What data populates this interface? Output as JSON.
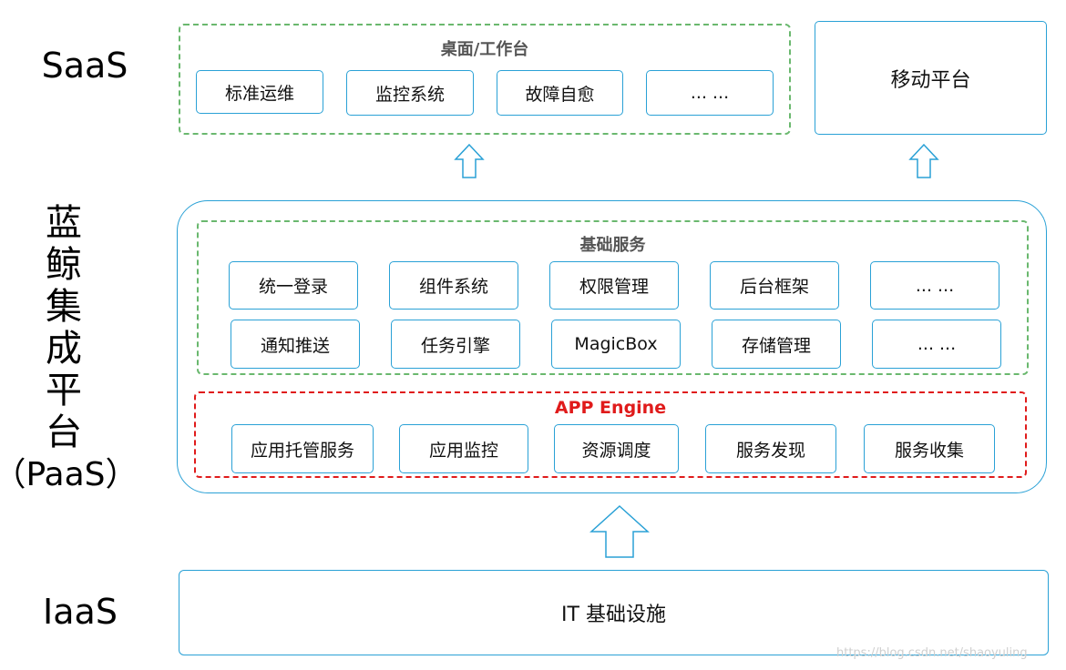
{
  "layers": {
    "saas": "SaaS",
    "paas_lines": [
      "蓝",
      "鲸",
      "集",
      "成",
      "平",
      "台"
    ],
    "paas_suffix": "（PaaS）",
    "iaas": "IaaS"
  },
  "saas": {
    "desktop_title": "桌面/工作台",
    "desktop_items": [
      "标准运维",
      "监控系统",
      "故障自愈",
      "... ..."
    ],
    "mobile": "移动平台"
  },
  "paas": {
    "base_title": "基础服务",
    "base_row1": [
      "统一登录",
      "组件系统",
      "权限管理",
      "后台框架",
      "... ..."
    ],
    "base_row2": [
      "通知推送",
      "任务引擎",
      "MagicBox",
      "存储管理",
      "... ..."
    ],
    "engine_title": "APP Engine",
    "engine_items": [
      "应用托管服务",
      "应用监控",
      "资源调度",
      "服务发现",
      "服务收集"
    ]
  },
  "iaas": {
    "label": "IT 基础设施"
  },
  "colors": {
    "box_border": "#2aa1d6",
    "green_dash": "#6ab86e",
    "red_dash": "#e01b1b",
    "arrow": "#2aa1d6"
  },
  "watermark": "https://blog.csdn.net/shaoyuling"
}
